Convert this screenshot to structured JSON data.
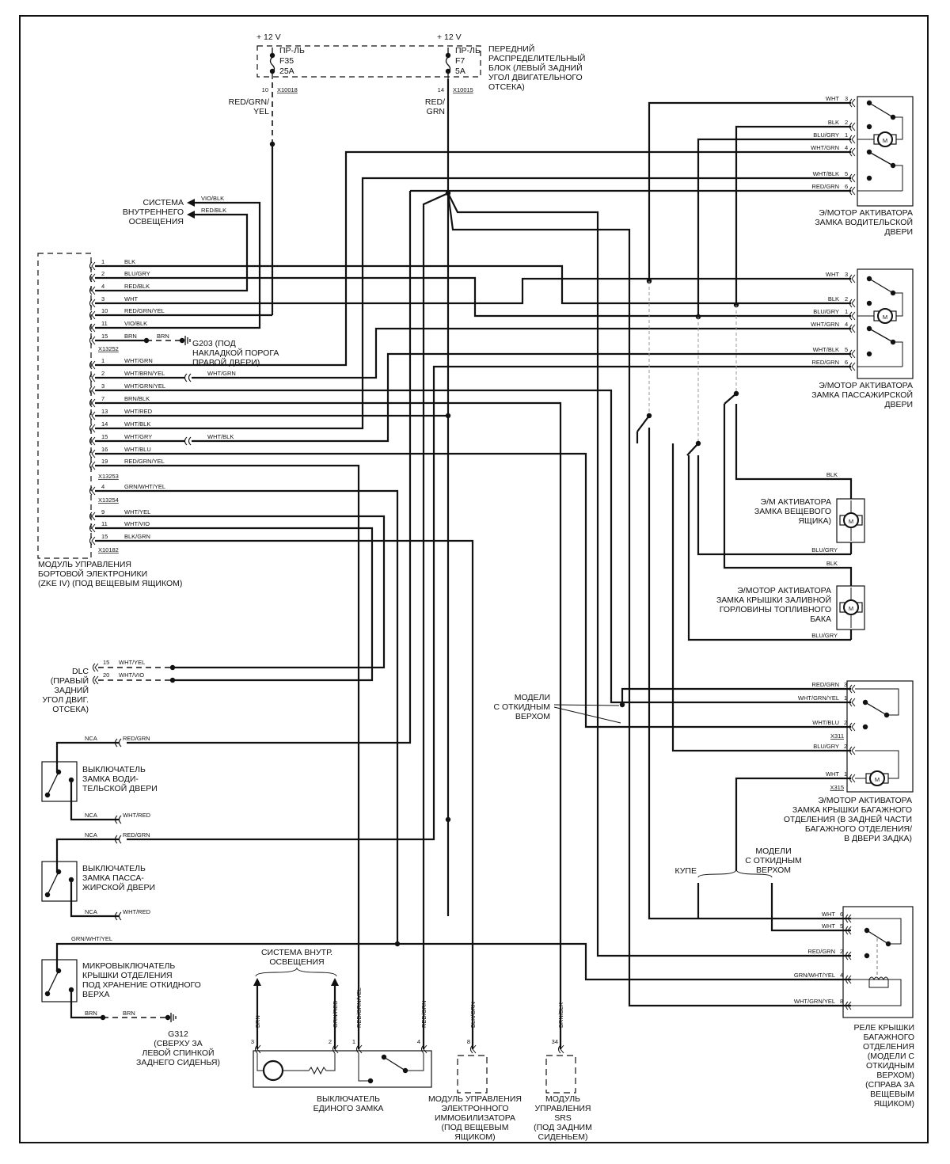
{
  "fuse_block": {
    "supply": [
      "+ 12 V",
      "+ 12 V"
    ],
    "fuses": [
      {
        "lines": [
          "ПР-ЛЬ",
          "F35",
          "25A"
        ],
        "pin": "10",
        "connector": "X10018",
        "wire": [
          "RED/GRN/",
          "YEL"
        ]
      },
      {
        "lines": [
          "ПР-ЛЬ",
          "F7",
          "5A"
        ],
        "pin": "14",
        "connector": "X10015",
        "wire": [
          "RED/",
          "GRN"
        ]
      }
    ],
    "label": [
      "ПЕРЕДНИЙ",
      "РАСПРЕДЕЛИТЕЛЬНЫЙ",
      "БЛОК (ЛЕВЫЙ ЗАДНИЙ",
      "УГОЛ ДВИГАТЕЛЬНОГО",
      "ОТСЕКА)"
    ]
  },
  "interior_lighting": {
    "label": [
      "СИСТЕМА",
      "ВНУТРЕННЕГО",
      "ОСВЕЩЕНИЯ"
    ],
    "wires": [
      "VIO/BLK",
      "RED/BLK"
    ]
  },
  "zke": {
    "rows": [
      {
        "pin": "1",
        "wire": "BLK"
      },
      {
        "pin": "2",
        "wire": "BLU/GRY"
      },
      {
        "pin": "4",
        "wire": "RED/BLK"
      },
      {
        "pin": "3",
        "wire": "WHT"
      },
      {
        "pin": "10",
        "wire": "RED/GRN/YEL"
      },
      {
        "pin": "11",
        "wire": "VIO/BLK"
      },
      {
        "pin": "15",
        "wire": "BRN"
      },
      {
        "pin": "1",
        "wire": "WHT/GRN"
      },
      {
        "pin": "2",
        "wire": "WHT/BRN/YEL"
      },
      {
        "pin": "3",
        "wire": "WHT/GRN/YEL"
      },
      {
        "pin": "7",
        "wire": "BRN/BLK"
      },
      {
        "pin": "13",
        "wire": "WHT/RED"
      },
      {
        "pin": "14",
        "wire": "WHT/BLK"
      },
      {
        "pin": "15",
        "wire": "WHT/GRY"
      },
      {
        "pin": "16",
        "wire": "WHT/BLU"
      },
      {
        "pin": "19",
        "wire": "RED/GRN/YEL"
      },
      {
        "pin": "4",
        "wire": "GRN/WHT/YEL"
      },
      {
        "pin": "9",
        "wire": "WHT/YEL"
      },
      {
        "pin": "11",
        "wire": "WHT/VIO"
      },
      {
        "pin": "15",
        "wire": "BLK/GRN"
      }
    ],
    "connectors": [
      "X13252",
      "X13253",
      "X13254",
      "X10182"
    ],
    "label": [
      "МОДУЛЬ УПРАВЛЕНИЯ",
      "БОРТОВОЙ ЭЛЕКТРОНИКИ",
      "(ZKE IV) (ПОД ВЕЩЕВЫМ ЯЩИКОМ)"
    ]
  },
  "g203": {
    "wire": "BRN",
    "label": [
      "G203  (ПОД",
      "НАКЛАДКОЙ ПОРОГА",
      "ПРАВОЙ ДВЕРИ)"
    ]
  },
  "inline_wires": [
    "WHT/GRN",
    "WHT/BLK"
  ],
  "driver_motor": {
    "motor": "M",
    "pins": [
      {
        "wire": "WHT",
        "pin": "3"
      },
      {
        "wire": "BLK",
        "pin": "2"
      },
      {
        "wire": "BLU/GRY",
        "pin": "1"
      },
      {
        "wire": "WHT/GRN",
        "pin": "4"
      },
      {
        "wire": "WHT/BLK",
        "pin": "5"
      },
      {
        "wire": "RED/GRN",
        "pin": "6"
      }
    ],
    "label": [
      "Э/МОТОР АКТИВАТОРА",
      "ЗАМКА ВОДИТЕЛЬСКОЙ",
      "ДВЕРИ"
    ]
  },
  "passenger_motor": {
    "motor": "M",
    "pins": [
      {
        "wire": "WHT",
        "pin": "3"
      },
      {
        "wire": "BLK",
        "pin": "2"
      },
      {
        "wire": "BLU/GRY",
        "pin": "1"
      },
      {
        "wire": "WHT/GRN",
        "pin": "4"
      },
      {
        "wire": "WHT/BLK",
        "pin": "5"
      },
      {
        "wire": "RED/GRN",
        "pin": "6"
      }
    ],
    "label": [
      "Э/МОТОР АКТИВАТОРА",
      "ЗАМКА ПАССАЖИРСКОЙ",
      "ДВЕРИ"
    ]
  },
  "glovebox_motor": {
    "motor": "M",
    "wires": [
      "BLK",
      "BLU/GRY"
    ],
    "label": [
      "Э/М АКТИВАТОРА",
      "ЗАМКА ВЕЩЕВОГО",
      "ЯЩИКА)"
    ]
  },
  "fuel_motor": {
    "motor": "M",
    "wires": [
      "BLK",
      "BLU/GRY"
    ],
    "label": [
      "Э/МОТОР АКТИВАТОРА",
      "ЗАМКА КРЫШКИ ЗАЛИВНОЙ",
      "ГОРЛОВИНЫ ТОПЛИВНОГО",
      "БАКА"
    ]
  },
  "trunk_motor": {
    "motor": "M",
    "pins": [
      {
        "wire": "RED/GRN",
        "pin": "3"
      },
      {
        "wire": "WHT/GRN/YEL",
        "pin": "1"
      },
      {
        "wire": "WHT/BLU",
        "pin": "2"
      },
      {
        "wire": "BLU/GRY",
        "pin": "2"
      },
      {
        "wire": "WHT",
        "pin": "1"
      }
    ],
    "connectors": [
      "X311",
      "X315"
    ],
    "label": [
      "Э/МОТОР АКТИВАТОРА",
      "ЗАМКА КРЫШКИ БАГАЖНОГО",
      "ОТДЕЛЕНИЯ (В ЗАДНЕЙ ЧАСТИ",
      "БАГАЖНОГО ОТДЕЛЕНИЯ/",
      "В ДВЕРИ ЗАДКА)"
    ]
  },
  "trunk_relay": {
    "pins": [
      {
        "wire": "WHT",
        "pin": "6"
      },
      {
        "wire": "WHT",
        "pin": "5"
      },
      {
        "wire": "RED/GRN",
        "pin": "2"
      },
      {
        "wire": "GRN/WHT/YEL",
        "pin": "4"
      },
      {
        "wire": "WHT/GRN/YEL",
        "pin": "8"
      }
    ],
    "label": [
      "РЕЛЕ КРЫШКИ",
      "БАГАЖНОГО",
      "ОТДЕЛЕНИЯ",
      "(МОДЕЛИ С",
      "ОТКИДНЫМ",
      "ВЕРХОМ)",
      "(СПРАВА ЗА",
      "ВЕЩЕВЫМ",
      "ЯЩИКОМ)"
    ]
  },
  "convertible_note": [
    "МОДЕЛИ",
    "С ОТКИДНЫМ",
    "ВЕРХОМ"
  ],
  "variant_select": {
    "coupe": "КУПЕ",
    "convertible": [
      "МОДЕЛИ",
      "С ОТКИДНЫМ",
      "ВЕРХОМ"
    ]
  },
  "dlc": {
    "pins": [
      {
        "pin": "15",
        "wire": "WHT/YEL"
      },
      {
        "pin": "20",
        "wire": "WHT/VIO"
      }
    ],
    "label": [
      "DLC",
      "(ПРАВЫЙ",
      "ЗАДНИЙ",
      "УГОЛ ДВИГ.",
      "ОТСЕКА)"
    ]
  },
  "driver_switch": {
    "wires": [
      {
        "term": "NCA",
        "wire": "RED/GRN"
      },
      {
        "term": "NCA",
        "wire": "WHT/RED"
      }
    ],
    "label": [
      "ВЫКЛЮЧАТЕЛЬ",
      "ЗАМКА ВОДИ-",
      "ТЕЛЬСКОЙ ДВЕРИ"
    ]
  },
  "passenger_switch": {
    "wires": [
      {
        "term": "NCA",
        "wire": "RED/GRN"
      },
      {
        "term": "NCA",
        "wire": "WHT/RED"
      }
    ],
    "label": [
      "ВЫКЛЮЧАТЕЛЬ",
      "ЗАМКА ПАССА-",
      "ЖИРСКОЙ ДВЕРИ"
    ]
  },
  "microswitch": {
    "wire": "GRN/WHT/YEL",
    "label": [
      "МИКРОВЫКЛЮЧАТЕЛЬ",
      "КРЫШКИ ОТДЕЛЕНИЯ",
      "ПОД ХРАНЕНИЕ ОТКИДНОГО",
      "ВЕРХА"
    ]
  },
  "g312": {
    "wires": [
      "BRN",
      "BRN"
    ],
    "label": [
      "G312",
      "(СВЕРХУ ЗА",
      "ЛЕВОЙ СПИНКОЙ",
      "ЗАДНЕГО СИДЕНЬЯ)"
    ]
  },
  "central_switch": {
    "lighting_label": [
      "СИСТЕМА ВНУТР.",
      "ОСВЕЩЕНИЯ"
    ],
    "pins": [
      {
        "pin": "3",
        "wire": "BRN"
      },
      {
        "pin": "2",
        "wire": "GRN/RED"
      },
      {
        "pin": "1",
        "wire": "RED/GRN/YEL"
      },
      {
        "pin": "4",
        "wire": "RED/GRN"
      }
    ],
    "label": [
      "ВЫКЛЮЧАТЕЛЬ",
      "ЕДИНОГО ЗАМКА"
    ]
  },
  "immobilizer": {
    "pin": "8",
    "wire": "BLK/GRN",
    "label": [
      "МОДУЛЬ УПРАВЛЕНИЯ",
      "ЭЛЕКТРОННОГО",
      "ИММОБИЛИЗАТОРА",
      "(ПОД ВЕЩЕВЫМ",
      "ЯЩИКОМ)"
    ]
  },
  "srs": {
    "pin": "34",
    "wire": "BRN/BLK",
    "label": [
      "МОДУЛЬ",
      "УПРАВЛЕНИЯ",
      "SRS",
      "(ПОД ЗАДНИМ",
      "СИДЕНЬЕМ)"
    ]
  }
}
